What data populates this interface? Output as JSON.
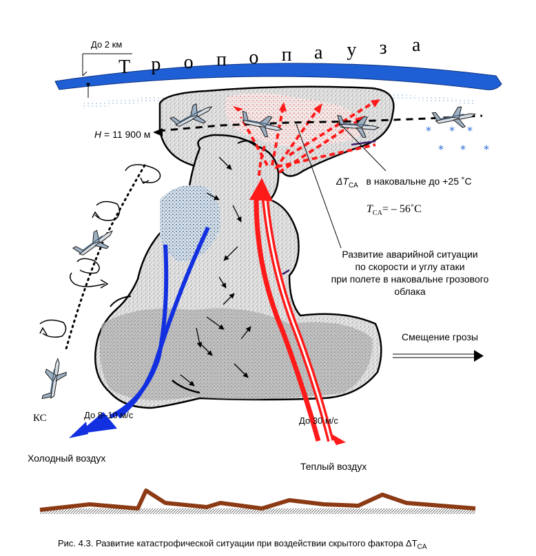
{
  "labels": {
    "height_top": "До 2 км",
    "tropopause": "Тропопауза",
    "altitude_prefix": "H",
    "altitude_value": " = 11 900 м",
    "anvil_delta_T": "ΔT",
    "anvil_delta_sub": "CA",
    "anvil_text": "в наковальне до +25 ˚C",
    "tca_T": "T",
    "tca_sub": "CA",
    "tca_value": "= – 56˚C",
    "emergency_lines": [
      "Развитие аварийной ситуации",
      "по скорости и углу атаки",
      "при  полете  в наковальне грозового",
      "облака"
    ],
    "storm_shift": "Смещение грозы",
    "cold_speed": "До 8–10 м/с",
    "warm_speed": "До 30 м/с",
    "ks": "КС",
    "cold_air": "Холодный воздух",
    "warm_air": "Теплый воздух",
    "caption": "Рис. 4.3. Развитие катастрофической ситуации при воздействии скрытого фактора ΔT",
    "caption_sub": "CA"
  },
  "colors": {
    "tropopause": "#1f5fd6",
    "cold_flow": "#1230e0",
    "warm_flow": "#ff1a1a",
    "cloud": "#c8c8c8",
    "ground": "#8b3a14"
  },
  "icons": [
    "aircraft-icon",
    "rotation-arrow-icon",
    "snowflake-icon"
  ]
}
